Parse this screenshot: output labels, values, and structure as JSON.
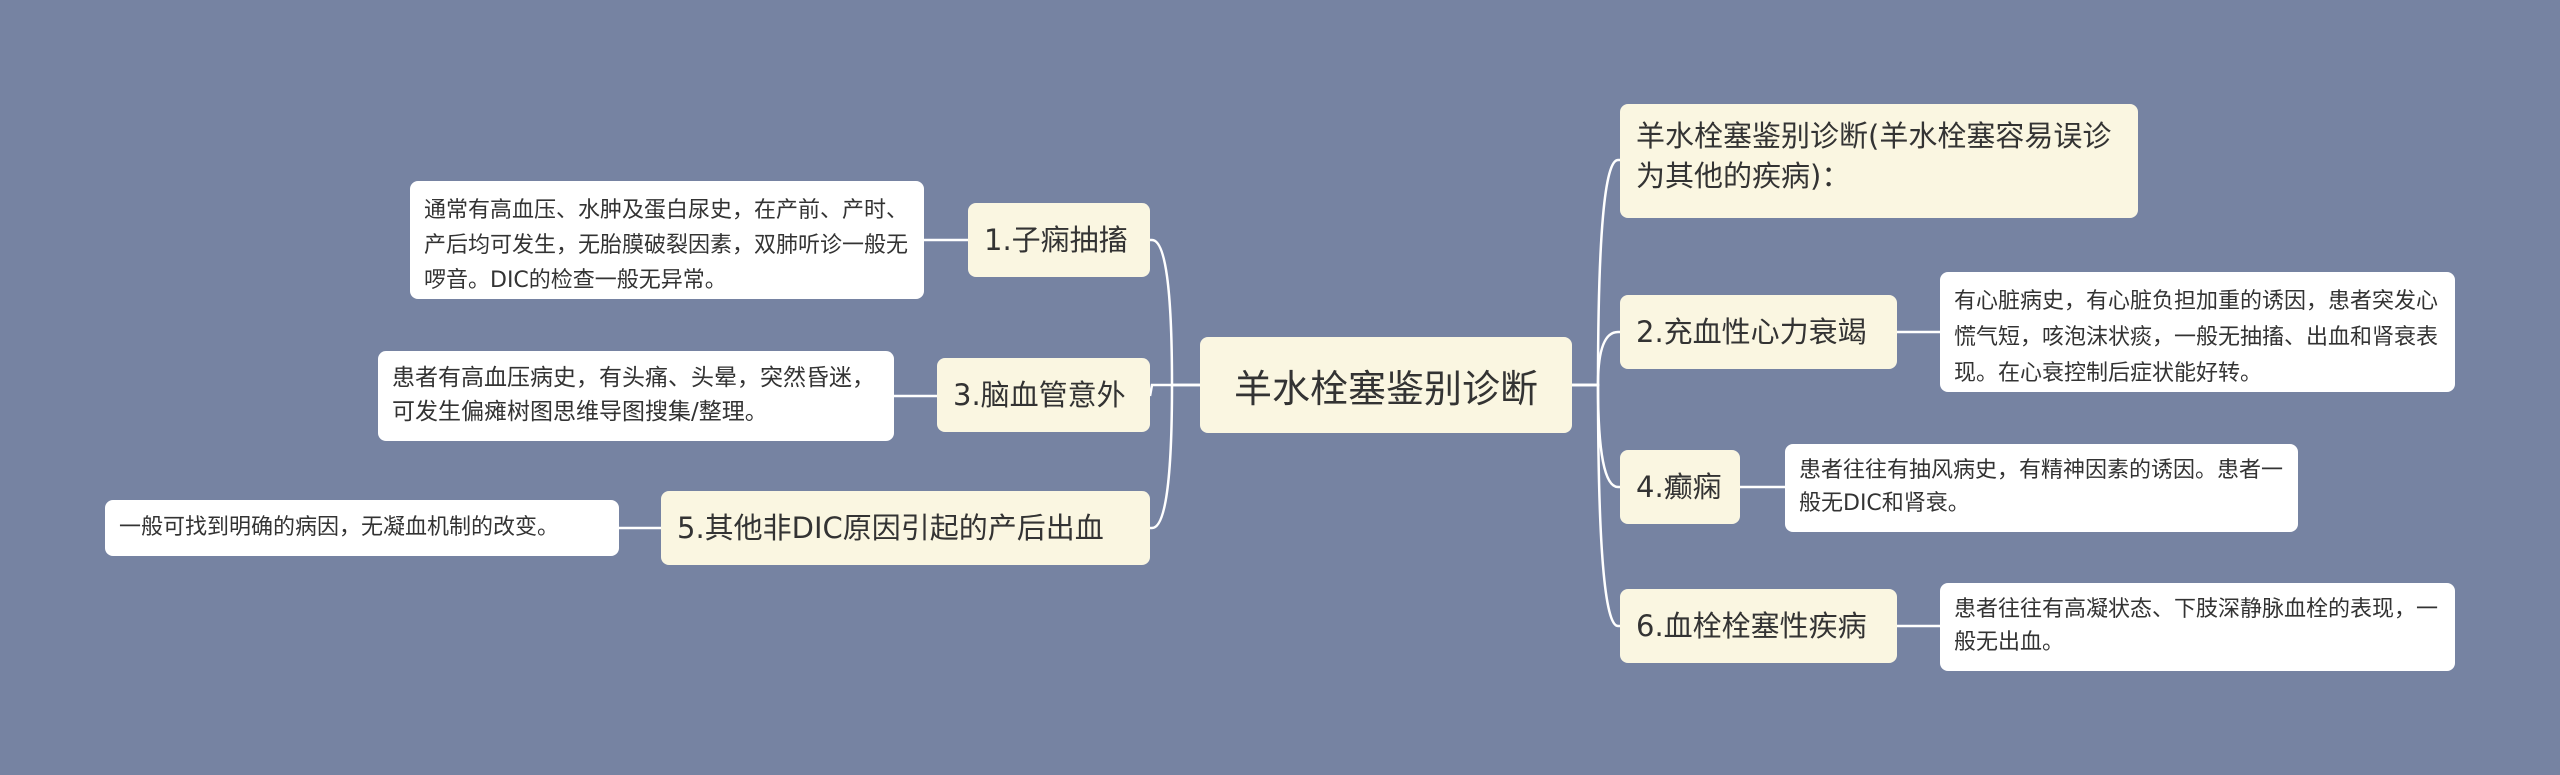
{
  "root": {
    "label": "羊水栓塞鉴别诊断"
  },
  "left": [
    {
      "label": "1.子痫抽搐",
      "detail": "通常有高血压、水肿及蛋白尿史，在产前、产时、产后均可发生，无胎膜破裂因素，双肺听诊一般无啰音。DIC的检查一般无异常。"
    },
    {
      "label": "3.脑血管意外",
      "detail": "患者有高血压病史，有头痛、头晕，突然昏迷，可发生偏瘫树图思维导图搜集/整理。"
    },
    {
      "label": "5.其他非DIC原因引起的产后出血",
      "detail": "一般可找到明确的病因，无凝血机制的改变。"
    }
  ],
  "right": [
    {
      "label": "羊水栓塞鉴别诊断(羊水栓塞容易误诊为其他的疾病)："
    },
    {
      "label": "2.充血性心力衰竭",
      "detail": "有心脏病史，有心脏负担加重的诱因，患者突发心慌气短，咳泡沫状痰，一般无抽搐、出血和肾衰表现。在心衰控制后症状能好转。"
    },
    {
      "label": "4.癫痫",
      "detail": "患者往往有抽风病史，有精神因素的诱因。患者一般无DIC和肾衰。"
    },
    {
      "label": "6.血栓栓塞性疾病",
      "detail": "患者往往有高凝状态、下肢深静脉血栓的表现，一般无出血。"
    }
  ],
  "colors": {
    "background": "#7683a2",
    "node_fill": "#faf6e1",
    "leaf_fill": "#ffffff",
    "connector": "#ffffff",
    "text": "#333333"
  }
}
